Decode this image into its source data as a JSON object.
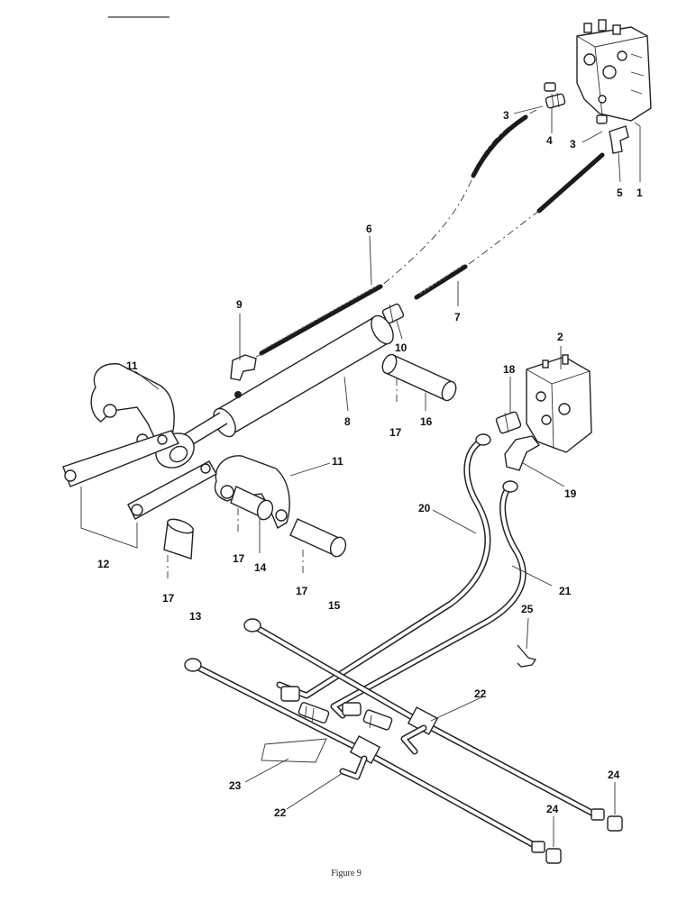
{
  "caption": "Figure 9",
  "parts": [
    {
      "id": "p1",
      "text": "1"
    },
    {
      "id": "p2",
      "text": "2"
    },
    {
      "id": "p3a",
      "text": "3"
    },
    {
      "id": "p3b",
      "text": "3"
    },
    {
      "id": "p4",
      "text": "4"
    },
    {
      "id": "p5",
      "text": "5"
    },
    {
      "id": "p6",
      "text": "6"
    },
    {
      "id": "p7",
      "text": "7"
    },
    {
      "id": "p8",
      "text": "8"
    },
    {
      "id": "p9",
      "text": "9"
    },
    {
      "id": "p10",
      "text": "10"
    },
    {
      "id": "p11a",
      "text": "11"
    },
    {
      "id": "p11b",
      "text": "11"
    },
    {
      "id": "p12",
      "text": "12"
    },
    {
      "id": "p13",
      "text": "13"
    },
    {
      "id": "p14",
      "text": "14"
    },
    {
      "id": "p15",
      "text": "15"
    },
    {
      "id": "p16",
      "text": "16"
    },
    {
      "id": "p17a",
      "text": "17"
    },
    {
      "id": "p17b",
      "text": "17"
    },
    {
      "id": "p17c",
      "text": "17"
    },
    {
      "id": "p17d",
      "text": "17"
    },
    {
      "id": "p18",
      "text": "18"
    },
    {
      "id": "p19",
      "text": "19"
    },
    {
      "id": "p20",
      "text": "20"
    },
    {
      "id": "p21",
      "text": "21"
    },
    {
      "id": "p22a",
      "text": "22"
    },
    {
      "id": "p22b",
      "text": "22"
    },
    {
      "id": "p23",
      "text": "23"
    },
    {
      "id": "p24a",
      "text": "24"
    },
    {
      "id": "p24b",
      "text": "24"
    },
    {
      "id": "p25",
      "text": "25"
    }
  ]
}
